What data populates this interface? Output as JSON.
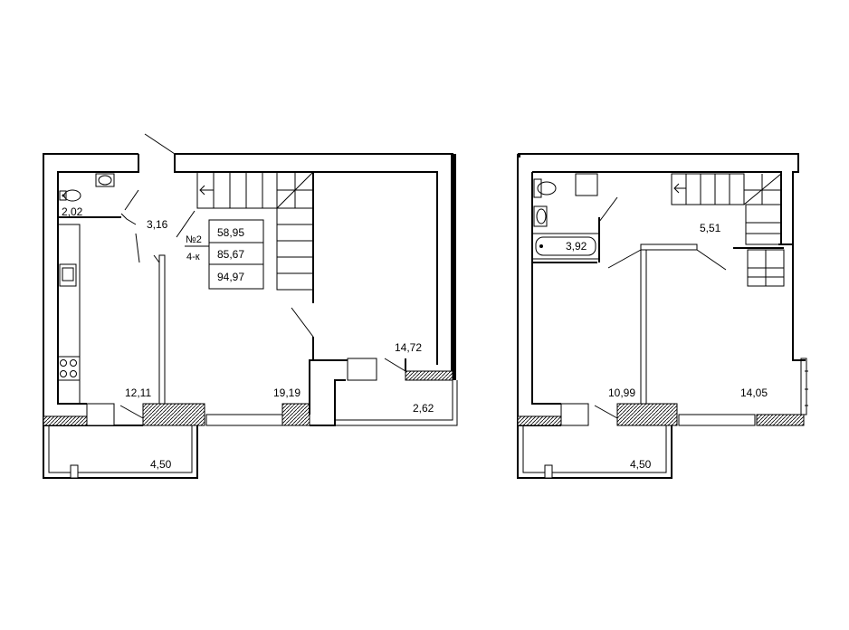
{
  "apartment": {
    "number_label": "№2",
    "rooms_label": "4-к",
    "areas": [
      "58,95",
      "85,67",
      "94,97"
    ]
  },
  "level1": {
    "rooms": [
      {
        "id": "wc",
        "area": "2,02"
      },
      {
        "id": "hall",
        "area": "3,16"
      },
      {
        "id": "kitchen",
        "area": "12,11"
      },
      {
        "id": "living",
        "area": "19,19"
      },
      {
        "id": "bedroom",
        "area": "14,72"
      },
      {
        "id": "storage",
        "area": "2,62"
      },
      {
        "id": "balcony",
        "area": "4,50"
      }
    ]
  },
  "level2": {
    "rooms": [
      {
        "id": "bath",
        "area": "3,92"
      },
      {
        "id": "hall",
        "area": "5,51"
      },
      {
        "id": "bedroom-a",
        "area": "10,99"
      },
      {
        "id": "bedroom-b",
        "area": "14,05"
      },
      {
        "id": "balcony",
        "area": "4,50"
      }
    ]
  }
}
